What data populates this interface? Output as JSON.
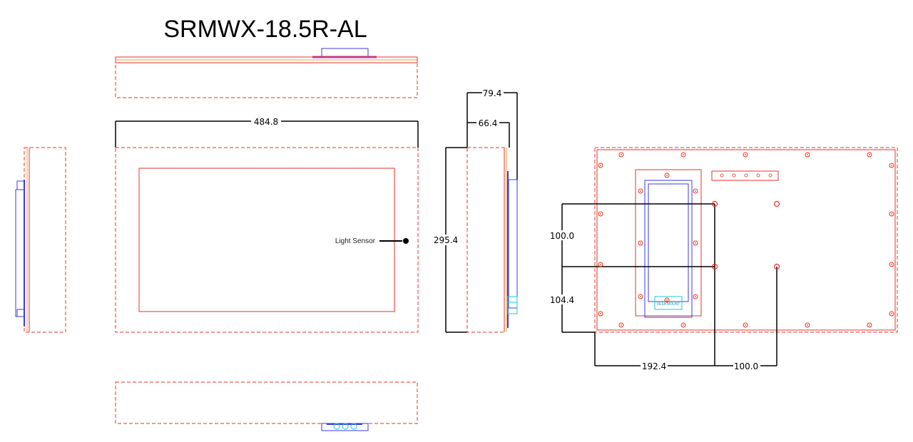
{
  "title": "SRMWX-18.5R-AL",
  "front_view": {
    "width_label": "484.8",
    "light_sensor_label": "Light Sensor"
  },
  "side_view": {
    "depth_outer_label": "79.4",
    "depth_inner_label": "66.4",
    "height_label": "295.4"
  },
  "rear_view": {
    "vertical_upper_label": "100.0",
    "vertical_lower_label": "104.4",
    "horizontal_left_label": "192.4",
    "horizontal_right_label": "100.0",
    "bracket_text": "VESA MOUNT"
  },
  "colors": {
    "outline": "#e8302a",
    "hidden": "#3a3ae8",
    "connector": "#18c8d8",
    "screw": "#e8a030",
    "dimension": "#000000"
  }
}
